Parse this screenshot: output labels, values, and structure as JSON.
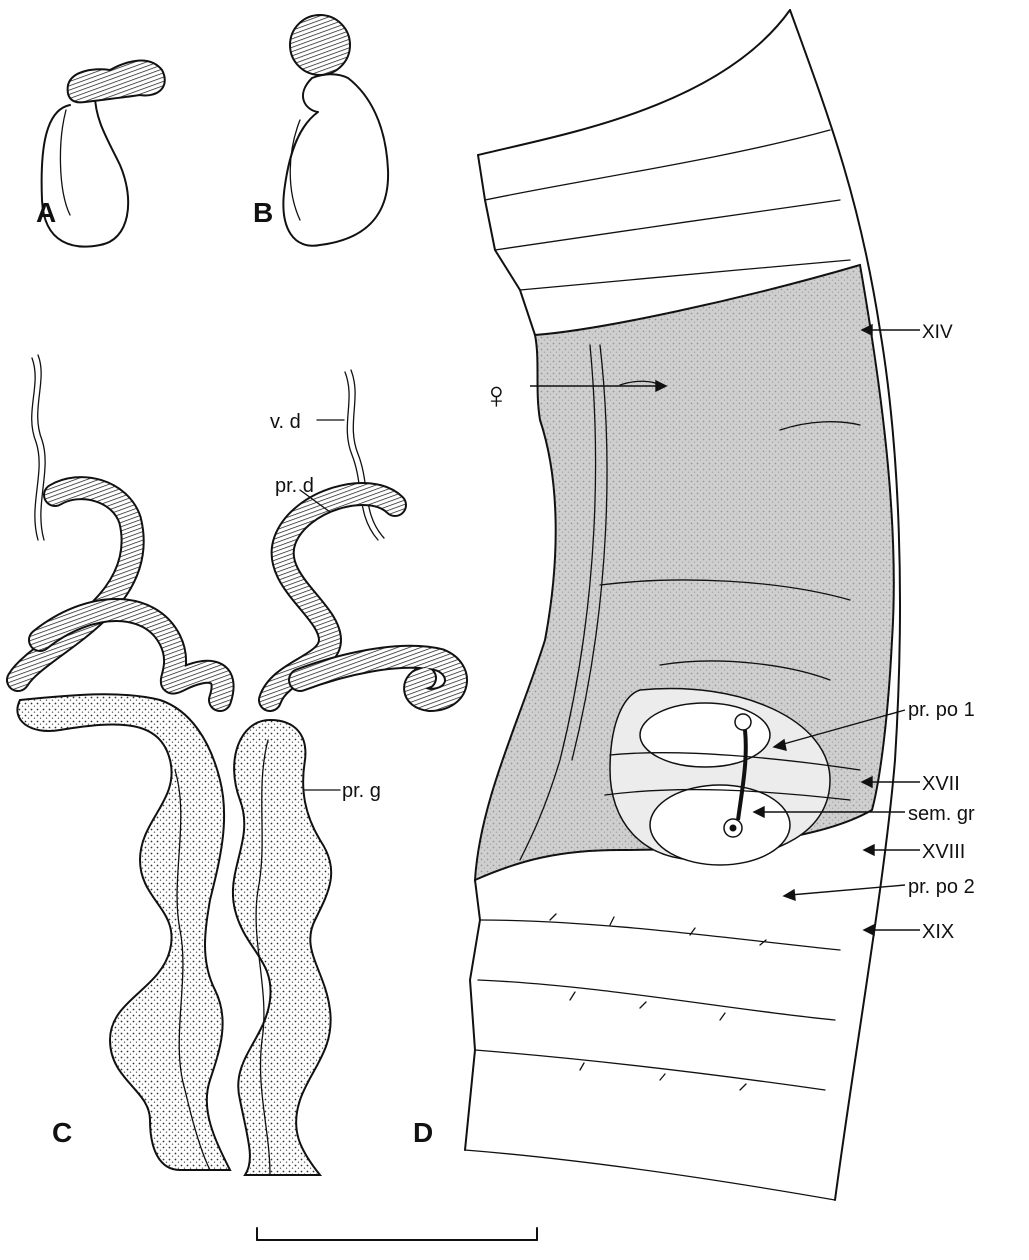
{
  "panels": {
    "a": "A",
    "b": "B",
    "c": "C",
    "d": "D"
  },
  "labels": {
    "female_symbol": "♀",
    "v_d": "v. d",
    "pr_d": "pr. d",
    "pr_g": "pr. g",
    "xiv": "XIV",
    "pr_po_1": "pr. po 1",
    "xvii": "XVII",
    "sem_gr": "sem. gr",
    "xviii": "XVIII",
    "pr_po_2": "pr. po 2",
    "xix": "XIX"
  },
  "colors": {
    "ink": "#111111",
    "stipple": "#cfcfcf",
    "paper": "#ffffff"
  }
}
